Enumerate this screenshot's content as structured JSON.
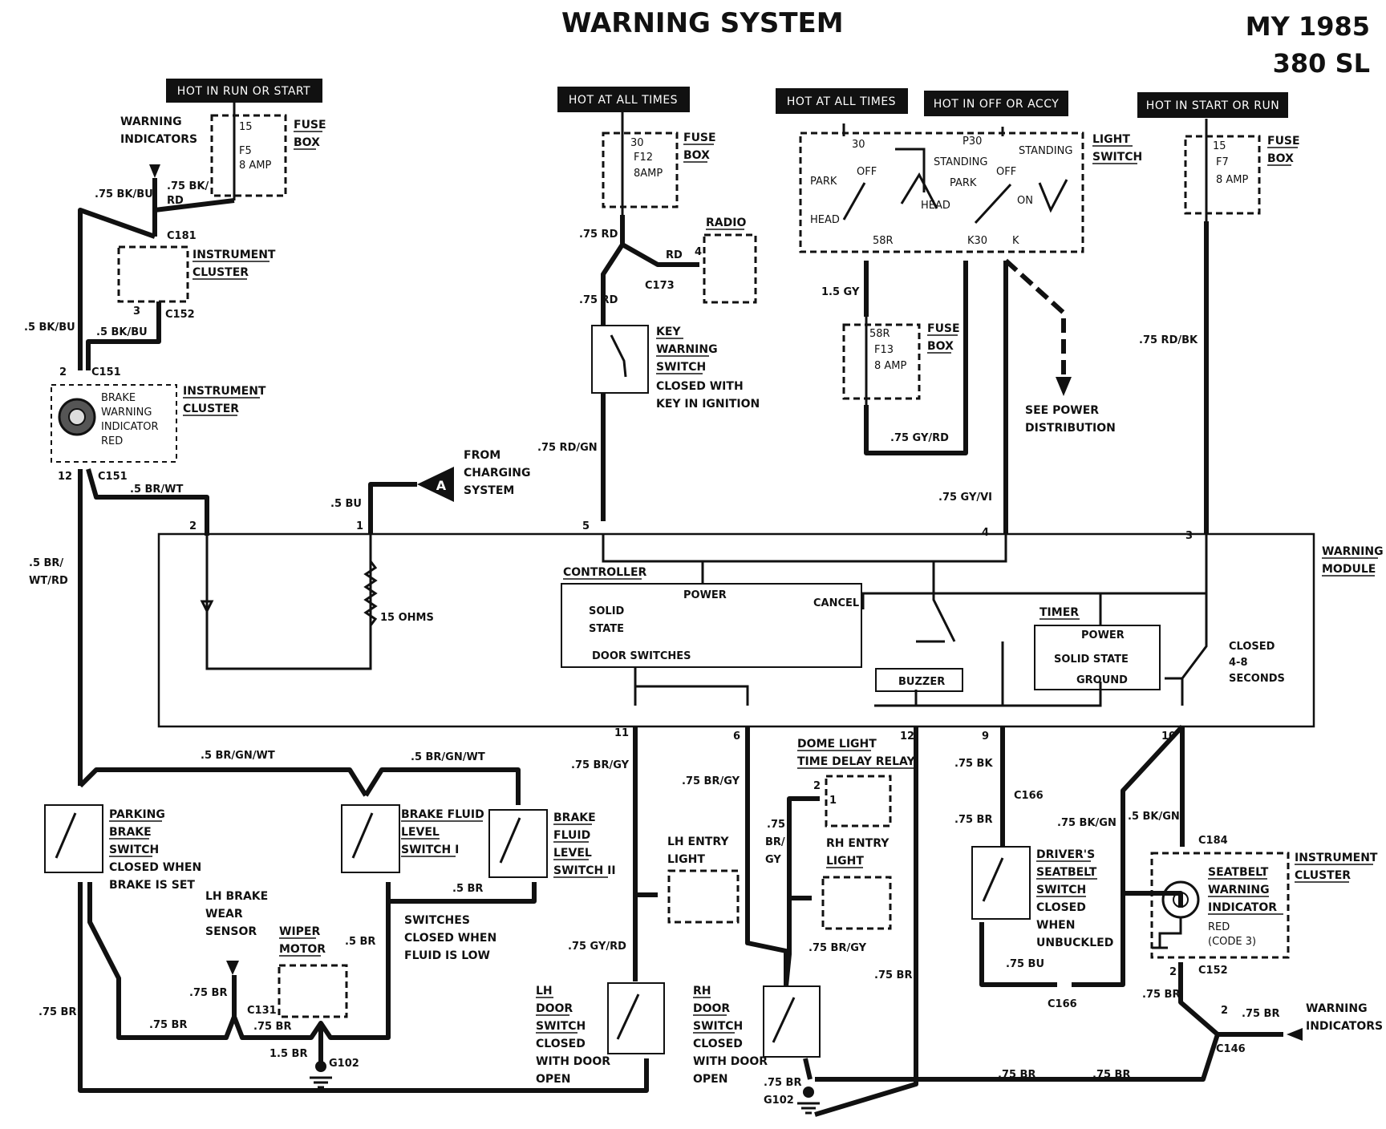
{
  "title": "WARNING SYSTEM",
  "model": {
    "year": "MY 1985",
    "name": "380 SL"
  },
  "hot_labels": {
    "run_start": "HOT IN RUN OR START",
    "all_times_1": "HOT AT ALL TIMES",
    "all_times_2": "HOT AT ALL TIMES",
    "off_accy": "HOT IN OFF OR ACCY",
    "start_run": "HOT IN START OR RUN"
  },
  "components": {
    "warning_indicators_top": [
      "WARNING",
      "INDICATORS"
    ],
    "fuse_box_1": {
      "label": [
        "FUSE",
        "BOX"
      ],
      "pins": [
        "15",
        "F5",
        "8 AMP"
      ]
    },
    "instrument_cluster_1": [
      "INSTRUMENT",
      "CLUSTER"
    ],
    "instrument_cluster_2": [
      "INSTRUMENT",
      "CLUSTER"
    ],
    "brake_warning": [
      "BRAKE",
      "WARNING",
      "INDICATOR",
      "RED"
    ],
    "fuse_box_2": {
      "label": [
        "FUSE",
        "BOX"
      ],
      "pins": [
        "30",
        "F12",
        "8AMP"
      ]
    },
    "radio": "RADIO",
    "key_warning": [
      "KEY",
      "WARNING",
      "SWITCH",
      "CLOSED WITH",
      "KEY IN IGNITION"
    ],
    "charging": [
      "FROM",
      "CHARGING",
      "SYSTEM"
    ],
    "charging_marker": "A",
    "light_switch": {
      "label": [
        "LIGHT",
        "SWITCH"
      ],
      "inner": [
        "30",
        "P30",
        "PARK",
        "OFF",
        "STANDING",
        "STANDING",
        "HEAD",
        "PARK",
        "HEAD",
        "OFF",
        "ON",
        "58R",
        "K30",
        "K"
      ]
    },
    "fuse_box_3": {
      "label": [
        "FUSE",
        "BOX"
      ],
      "pins": [
        "58R",
        "F13",
        "8 AMP"
      ]
    },
    "see_power": [
      "SEE POWER",
      "DISTRIBUTION"
    ],
    "fuse_box_4": {
      "label": [
        "FUSE",
        "BOX"
      ],
      "pins": [
        "15",
        "F7",
        "8 AMP"
      ]
    },
    "warning_module": [
      "WARNING",
      "MODULE"
    ],
    "resistor": "15 OHMS",
    "controller": {
      "label": "CONTROLLER",
      "power": "POWER",
      "cancel": "CANCEL",
      "solid": [
        "SOLID",
        "STATE"
      ],
      "door": "DOOR SWITCHES"
    },
    "timer": {
      "label": "TIMER",
      "power": "POWER",
      "solid": "SOLID STATE",
      "ground": "GROUND"
    },
    "buzzer": "BUZZER",
    "closed_secs": [
      "CLOSED",
      "4-8",
      "SECONDS"
    ],
    "parking_brake": [
      "PARKING",
      "BRAKE",
      "SWITCH",
      "CLOSED WHEN",
      "BRAKE IS SET"
    ],
    "brake_fluid_1": [
      "BRAKE FLUID",
      "LEVEL",
      "SWITCH I"
    ],
    "brake_fluid_2": [
      "BRAKE",
      "FLUID",
      "LEVEL",
      "SWITCH II"
    ],
    "switches_closed": [
      "SWITCHES",
      "CLOSED WHEN",
      "FLUID IS LOW"
    ],
    "lh_brake": [
      "LH BRAKE",
      "WEAR",
      "SENSOR"
    ],
    "wiper": [
      "WIPER",
      "MOTOR"
    ],
    "lh_entry": [
      "LH ENTRY",
      "LIGHT"
    ],
    "lh_door": [
      "LH",
      "DOOR",
      "SWITCH",
      "CLOSED",
      "WITH DOOR",
      "OPEN"
    ],
    "dome_relay": [
      "DOME LIGHT",
      "TIME DELAY RELAY"
    ],
    "rh_entry": [
      "RH ENTRY",
      "LIGHT"
    ],
    "rh_door": [
      "RH",
      "DOOR",
      "SWITCH",
      "CLOSED",
      "WITH DOOR",
      "OPEN"
    ],
    "driver_seatbelt": [
      "DRIVER'S",
      "SEATBELT",
      "SWITCH",
      "CLOSED",
      "WHEN",
      "UNBUCKLED"
    ],
    "seatbelt_warning": [
      "SEATBELT",
      "WARNING",
      "INDICATOR",
      "RED",
      "(CODE 3)"
    ],
    "instrument_cluster_3": [
      "INSTRUMENT",
      "CLUSTER"
    ],
    "warning_indicators_bottom": [
      "WARNING",
      "INDICATORS"
    ]
  },
  "wires": {
    "w1": ".75 BK/BU",
    "w2a": ".75 BK/",
    "w2b": "RD",
    "w3": ".5 BK/BU",
    "w4": ".5 BK/BU",
    "w5": ".5 BR/WT",
    "w6a": ".5 BR/",
    "w6b": "WT/RD",
    "w7": ".5 BU",
    "w8": ".75 RD",
    "w9": "RD",
    "w10": ".75 RD",
    "w11": ".75 RD/GN",
    "w12": "1.5 GY",
    "w13": ".75 GY/RD",
    "w14": ".75 GY/VI",
    "w15": ".75 RD/BK",
    "w16": ".5 BR/GN/WT",
    "w17": ".5 BR/GN/WT",
    "w18": ".5 BR",
    "w19": ".75 BR/GY",
    "w20": ".75 BR/GY",
    "w21a": ".75",
    "w21b": "BR/",
    "w21c": "GY",
    "w22": ".75 GY/RD",
    "w23": ".75 BR/GY",
    "w24": ".75 BR",
    "w25": ".75 BK",
    "w26": ".75 BR",
    "w27": ".75 BK/GN",
    "w28": ".5 BK/GN",
    "w29": ".75 BU",
    "w30": ".75 BR",
    "w31": ".75 BR",
    "w32": ".75 BR",
    "w33": ".75 BR",
    "w34": ".75 BR",
    "w35": ".5 BR",
    "w36": ".75 BR",
    "w37": "1.5 BR",
    "w38": ".75 BR",
    "w39": ".75 BR",
    "w40": ".75 BR"
  },
  "connectors": {
    "c181": "C181",
    "c152a": "C152",
    "c151a": "C151",
    "c151b": "C151",
    "c173": "C173",
    "c166a": "C166",
    "c166b": "C166",
    "c184": "C184",
    "c152b": "C152",
    "c146": "C146",
    "c131": "C131",
    "g102a": "G102",
    "g102b": "G102"
  },
  "pins": {
    "p3": "3",
    "p2a": "2",
    "p12a": "12",
    "p4": "4",
    "m2": "2",
    "m1": "1",
    "m5": "5",
    "m4": "4",
    "m3": "3",
    "m11": "11",
    "m6": "6",
    "m12": "12",
    "m9": "9",
    "m10": "10",
    "d2": "2",
    "d1": "1",
    "s2": "2",
    "c2": "2"
  }
}
